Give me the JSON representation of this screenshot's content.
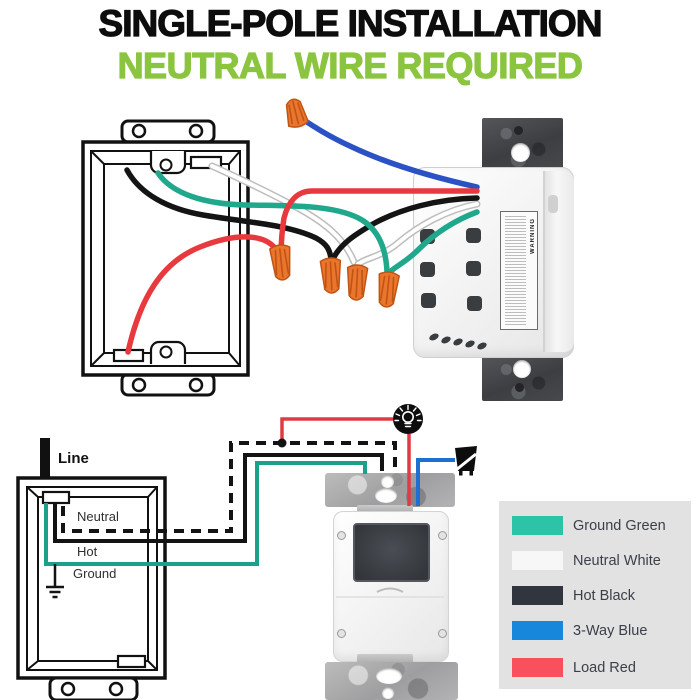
{
  "header": {
    "title": "SINGLE-POLE INSTALLATION",
    "subtitle": "NEUTRAL WIRE REQUIRED",
    "subtitle_color": "#8BC540",
    "title_color": "#0D0D0D"
  },
  "top_diagram": {
    "device_label_text": "WARNING"
  },
  "bottom_diagram": {
    "line_label": "Line",
    "neutral_label": "Neutral",
    "hot_label": "Hot",
    "ground_label": "Ground"
  },
  "legend": {
    "panel_color": "#E2E2E2",
    "items": [
      {
        "label": "Ground Green",
        "color": "#2BC4A9"
      },
      {
        "label": "Neutral White",
        "color": "#F7F7F7"
      },
      {
        "label": "Hot Black",
        "color": "#31353E"
      },
      {
        "label": "3-Way Blue",
        "color": "#1787DC"
      },
      {
        "label": "Load Red",
        "color": "#F8505C"
      }
    ]
  },
  "wire_colors": {
    "ground_green": "#1FA88C",
    "neutral_white": "#FFFFFF",
    "hot_black": "#141414",
    "three_way_blue": "#2A52C4",
    "load_red": "#E8393F",
    "wire_nut_orange": "#EA752C"
  }
}
